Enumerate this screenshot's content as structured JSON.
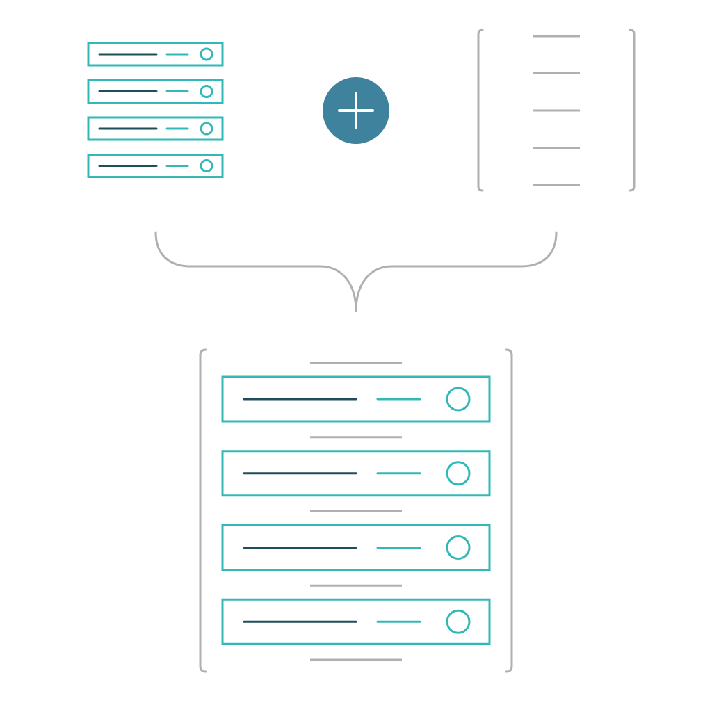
{
  "diagram": {
    "description_visible_text": "",
    "source_group": {
      "server_count": 4,
      "icon": "server-rack-icon"
    },
    "operator": {
      "icon": "plus-icon",
      "symbol": "+"
    },
    "slot_group": {
      "slot_count": 5,
      "icon": "bracket-slots-icon"
    },
    "merge_connector": {
      "icon": "curly-brace-icon"
    },
    "result_group": {
      "server_count": 4,
      "divider_count": 5,
      "icon": "server-rack-icon"
    }
  },
  "colors": {
    "teal": "#33b8b8",
    "dark_line": "#1e4e5a",
    "gray": "#b0b0b0",
    "plus_fill": "#3f829e",
    "plus_glyph": "#ffffff",
    "background": "#ffffff"
  }
}
